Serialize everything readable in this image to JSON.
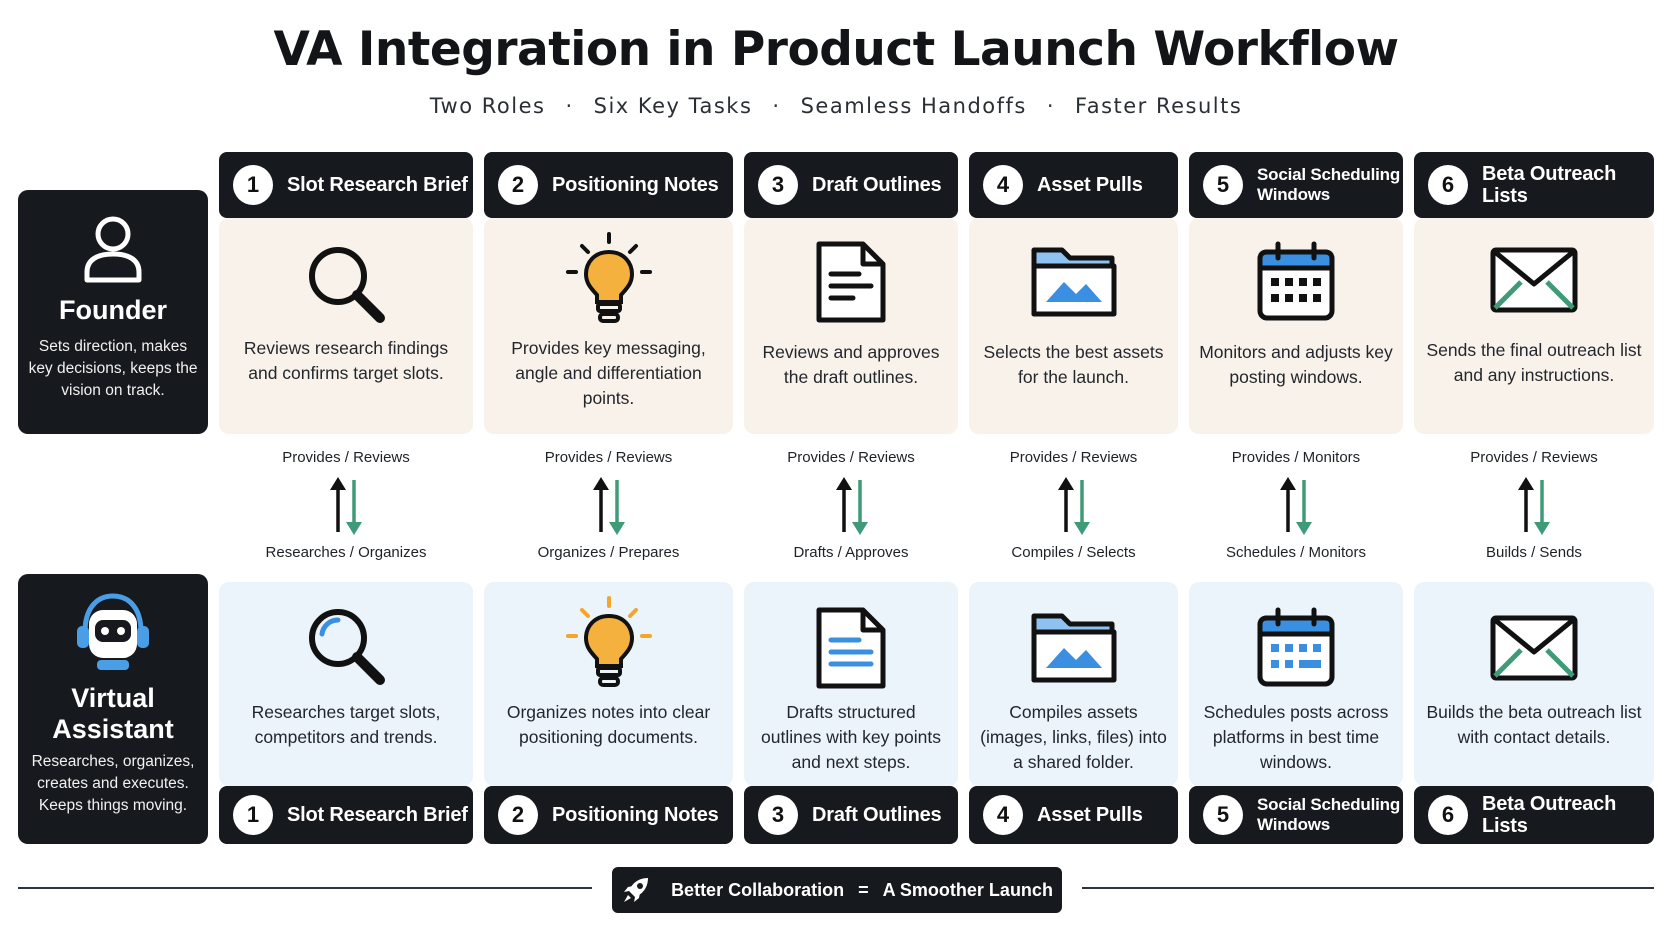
{
  "title": "VA Integration in Product Launch Workflow",
  "subtitle": [
    "Two Roles",
    "Six Key Tasks",
    "Seamless Handoffs",
    "Faster Results"
  ],
  "subtitle_separator": "·",
  "roles": {
    "founder": {
      "name": "Founder",
      "description": "Sets direction, makes key decisions, keeps the vision on track.",
      "icon": "person-icon"
    },
    "va": {
      "name_line1": "Virtual",
      "name_line2": "Assistant",
      "description": "Researches, organizes, creates and executes. Keeps things moving.",
      "icon": "robot-headset-icon"
    }
  },
  "tasks": [
    {
      "num": "1",
      "label": "Slot Research Brief",
      "icon": "magnifier-icon",
      "founder_text": "Reviews research findings and confirms target slots.",
      "founder_rel": "Provides / Reviews",
      "va_rel": "Researches / Organizes",
      "va_text": "Researches target slots, competitors and trends."
    },
    {
      "num": "2",
      "label": "Positioning Notes",
      "icon": "lightbulb-icon",
      "founder_text": "Provides key messaging, angle and differentiation points.",
      "founder_rel": "Provides / Reviews",
      "va_rel": "Organizes / Prepares",
      "va_text": "Organizes notes into clear positioning documents."
    },
    {
      "num": "3",
      "label": "Draft Outlines",
      "icon": "document-icon",
      "founder_text": "Reviews and approves the draft outlines.",
      "founder_rel": "Provides / Reviews",
      "va_rel": "Drafts / Approves",
      "va_text": "Drafts structured outlines with key points and next steps."
    },
    {
      "num": "4",
      "label": "Asset Pulls",
      "icon": "image-folder-icon",
      "founder_text": "Selects the best assets for the launch.",
      "founder_rel": "Provides / Reviews",
      "va_rel": "Compiles / Selects",
      "va_text": "Compiles assets (images, links, files) into a shared folder."
    },
    {
      "num": "5",
      "label": "Social Scheduling Windows",
      "label_line1": "Social Scheduling",
      "label_line2": "Windows",
      "icon": "calendar-icon",
      "founder_text": "Monitors and adjusts key posting windows.",
      "founder_rel": "Provides / Monitors",
      "va_rel": "Schedules / Monitors",
      "va_text": "Schedules posts across platforms in best time windows."
    },
    {
      "num": "6",
      "label": "Beta Outreach Lists",
      "icon": "envelope-icon",
      "founder_text": "Sends the final outreach list and any instructions.",
      "founder_rel": "Provides / Reviews",
      "va_rel": "Builds / Sends",
      "va_text": "Builds the beta outreach list with contact details."
    }
  ],
  "footer": {
    "left": "Better Collaboration",
    "eq": "=",
    "right": "A Smoother Launch",
    "icon": "rocket-icon"
  },
  "colors": {
    "dark": "#16191d",
    "founder_card": "#f8f2ea",
    "va_card": "#ebf3fb",
    "accent_green": "#3f9a78",
    "accent_blue": "#3b8fe0",
    "accent_orange": "#f4b13e"
  }
}
